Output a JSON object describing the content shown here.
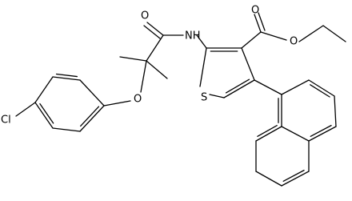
{
  "colors": {
    "bond": "#000000",
    "text": "#000000",
    "background": "#ffffff"
  },
  "atoms": {
    "carbonyl_oxygen": "O",
    "amide_nitrogen": "NH",
    "ester_carbonyl_oxygen": "O",
    "ester_oxygen": "O",
    "ether_oxygen": "O",
    "thiophene_sulfur": "S",
    "chlorine": "Cl"
  }
}
